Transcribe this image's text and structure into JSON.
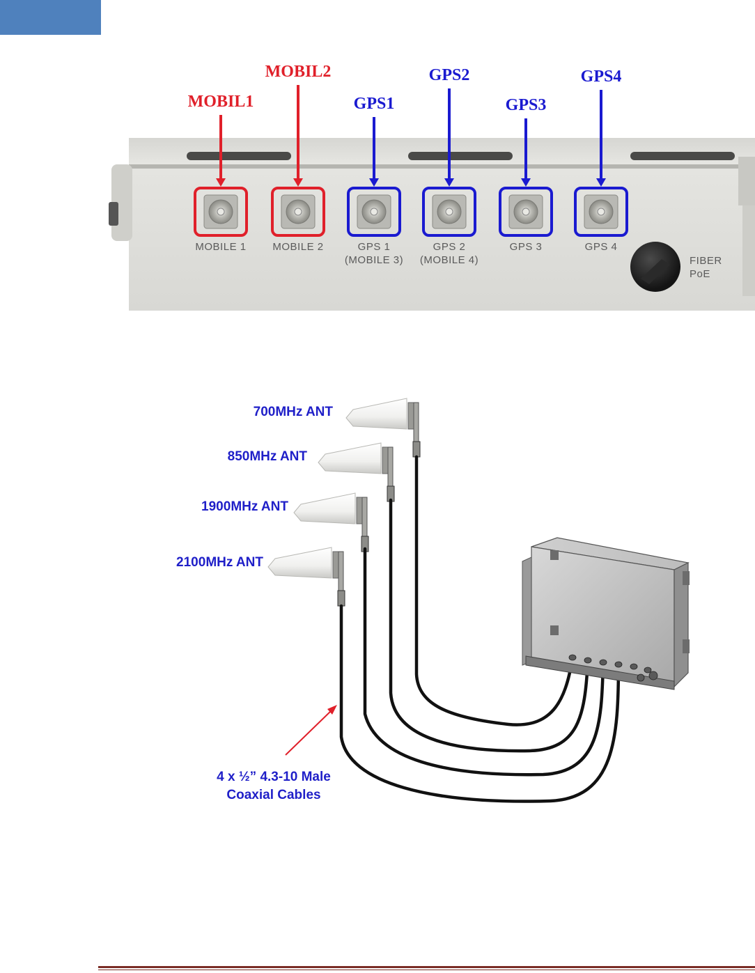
{
  "photo": {
    "ports": [
      {
        "label": "MOBILE 1",
        "sublabel": "",
        "color": "#e0202a"
      },
      {
        "label": "MOBILE 2",
        "sublabel": "",
        "color": "#e0202a"
      },
      {
        "label": "GPS 1",
        "sublabel": "(MOBILE 3)",
        "color": "#1a1ad0"
      },
      {
        "label": "GPS 2",
        "sublabel": "(MOBILE 4)",
        "color": "#1a1ad0"
      },
      {
        "label": "GPS 3",
        "sublabel": "",
        "color": "#1a1ad0"
      },
      {
        "label": "GPS 4",
        "sublabel": "",
        "color": "#1a1ad0"
      }
    ],
    "fiber_label_line1": "FIBER",
    "fiber_label_line2": "PoE"
  },
  "callouts": [
    {
      "text": "MOBIL1",
      "color": "#e0202a"
    },
    {
      "text": "MOBIL2",
      "color": "#e0202a"
    },
    {
      "text": "GPS1",
      "color": "#1a1ad0"
    },
    {
      "text": "GPS2",
      "color": "#1a1ad0"
    },
    {
      "text": "GPS3",
      "color": "#1a1ad0"
    },
    {
      "text": "GPS4",
      "color": "#1a1ad0"
    }
  ],
  "antennas": [
    {
      "label": "700MHz ANT"
    },
    {
      "label": "850MHz ANT"
    },
    {
      "label": "1900MHz ANT"
    },
    {
      "label": "2100MHz ANT"
    }
  ],
  "cable_note": {
    "line1": "4 x ½” 4.3-10 Male",
    "line2": "Coaxial Cables"
  },
  "colors": {
    "accent_blue": "#4f81bd",
    "label_blue": "#1f1fc8",
    "mobile_red": "#e0202a",
    "gps_blue": "#1a1ad0",
    "footer_rule": "#7b2d26"
  }
}
